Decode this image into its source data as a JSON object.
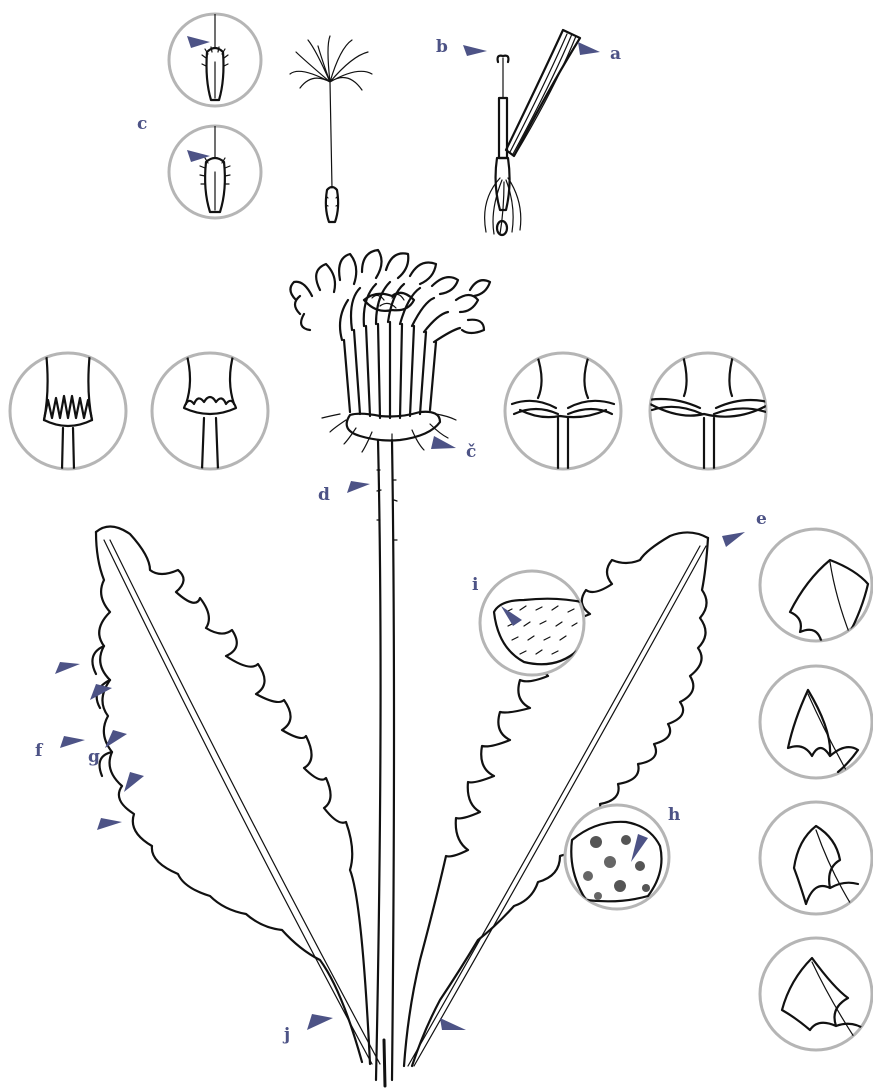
{
  "colors": {
    "marker": "#4d5386",
    "lens_border": "#b5b5b5",
    "ink": "#111111"
  },
  "labels": {
    "a": "a",
    "b": "b",
    "c": "c",
    "c_caron": "č",
    "d": "d",
    "e": "e",
    "f": "f",
    "g": "g",
    "h": "h",
    "i": "i",
    "j": "j"
  }
}
